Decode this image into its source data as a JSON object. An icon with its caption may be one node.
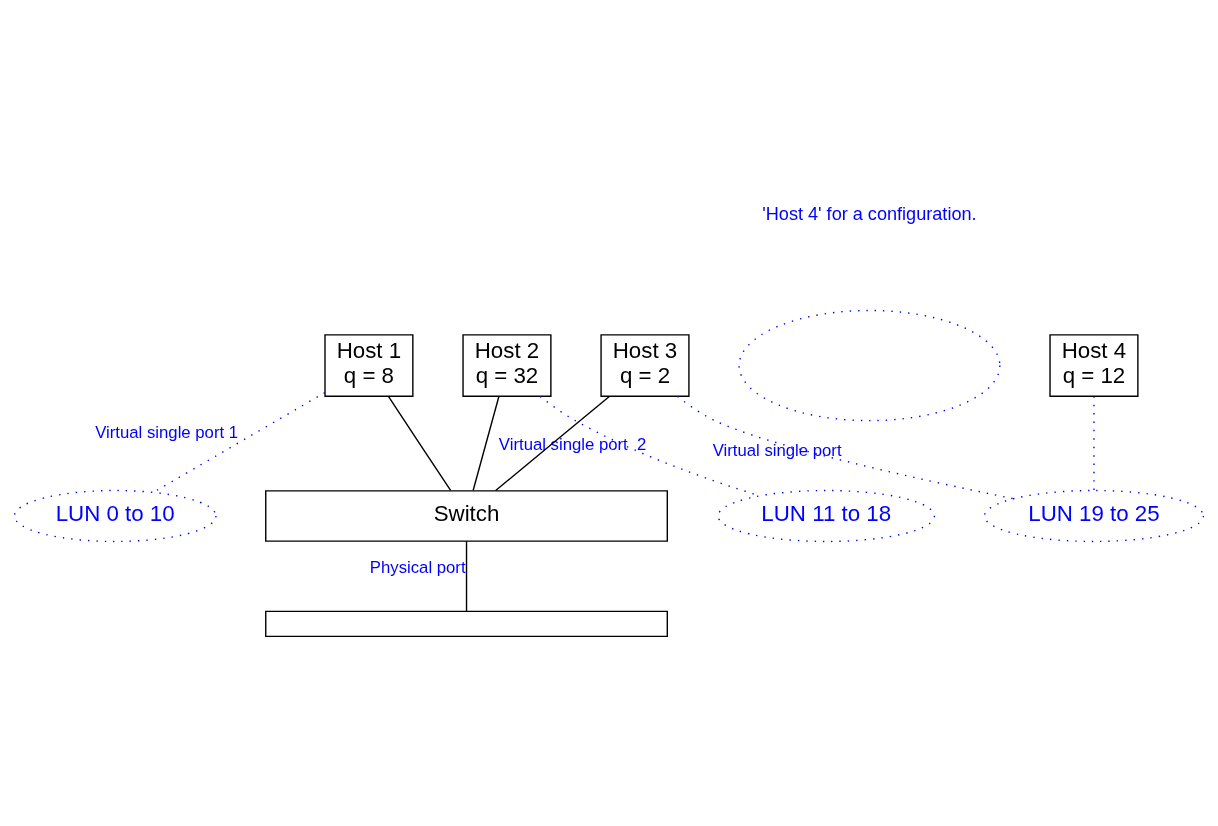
{
  "diagram": {
    "nodes": [
      {
        "text": [
          "Host 1",
          "q = 8"
        ]
      },
      {
        "text": [
          "Host 2",
          "q = 32"
        ]
      },
      {
        "text": [
          "Host 3",
          "q = 2"
        ]
      },
      {
        "text": [
          "Host 4",
          "q = 12"
        ]
      },
      {
        "text": [],
        "shape": "circle"
      },
      {
        "text": [
          "Switch"
        ]
      },
      {
        "text": [],
        "shape": "bar"
      },
      {
        "text": [
          "LUN 0 to 10"
        ]
      },
      {
        "text": [
          "LUN 11 to 18"
        ]
      },
      {
        "text": [
          "LUN 19 to 25"
        ]
      }
    ],
    "edges": [
      {
        "from": 0,
        "to": 5,
        "arrow": "none"
      },
      {
        "from": 1,
        "to": 5,
        "arrow": "none"
      },
      {
        "from": 2,
        "to": 5,
        "arrow": "none"
      },
      {
        "from": 5,
        "to": 6,
        "arrow": "none",
        "label": "Physical port"
      },
      {
        "from": 0,
        "to": 7,
        "arrow": "none",
        "style": "dashed",
        "color": "#0000ff",
        "label": "Virtual single port 1"
      },
      {
        "from": 1,
        "to": 8,
        "arrow": "none",
        "style": "dashed",
        "color": "#0000ff",
        "label": "Virtual single port  2"
      },
      {
        "from": 2,
        "to": 9,
        "arrow": "none",
        "style": "dashed",
        "color": "#0000ff",
        "label": "Virtual single port"
      },
      {
        "from": 3,
        "to": 9,
        "arrow": "none",
        "style": "dashed",
        "color": "#0000ff"
      }
    ],
    "labels": [
      "'Host 4' for a configuration."
    ]
  }
}
